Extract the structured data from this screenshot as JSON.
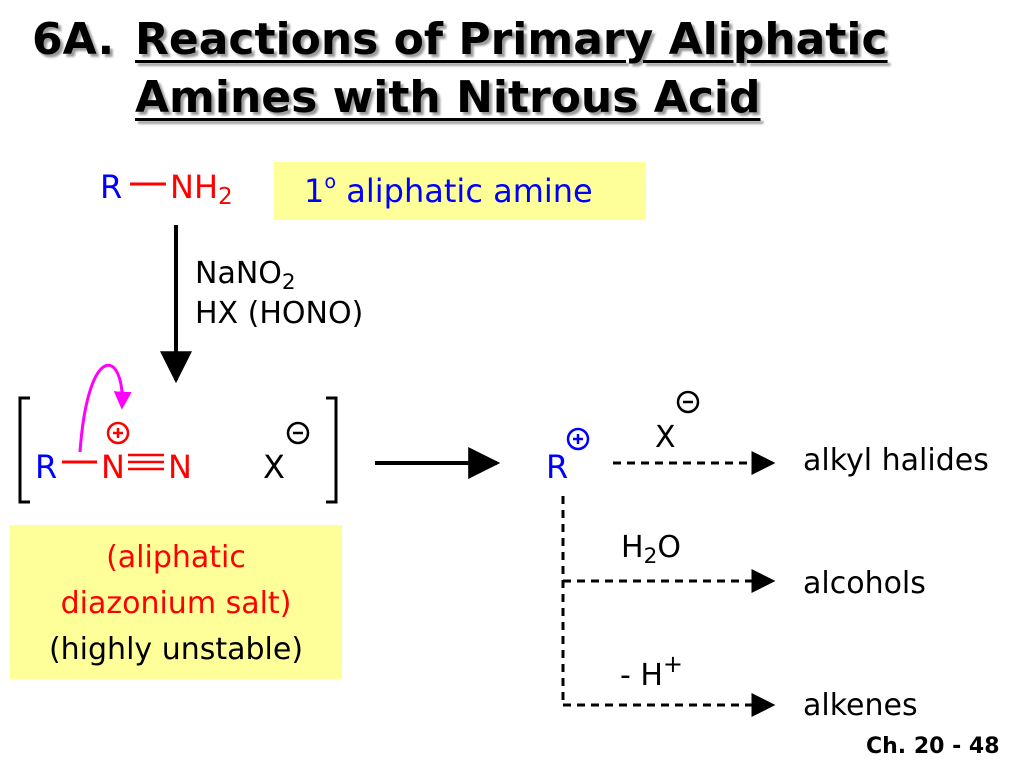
{
  "title": {
    "number": "6A.",
    "line1": "Reactions of Primary  Aliphatic",
    "line2": "Amines with Nitrous Acid"
  },
  "amine": {
    "r": "R",
    "n": "NH",
    "n_sub": "2"
  },
  "amine_label": {
    "degree": "1",
    "degree_sup": "o",
    "text": "aliphatic amine"
  },
  "reagents": {
    "line1": "NaNO",
    "line1_sub": "2",
    "line2": "HX (HONO)"
  },
  "diazonium": {
    "r": "R",
    "n1": "N",
    "n2": "N",
    "anion": "X"
  },
  "salt_label": {
    "line1": "(aliphatic",
    "line2": "diazonium salt)",
    "line3": "(highly unstable)"
  },
  "carbocation": {
    "r": "R"
  },
  "branches": [
    {
      "reagent": "X",
      "product": "alkyl halides"
    },
    {
      "reagent": "H",
      "reagent_sub": "2",
      "reagent_tail": "O",
      "product": "alcohols"
    },
    {
      "reagent": "- H",
      "reagent_sup": "+",
      "product": "alkenes"
    }
  ],
  "footer": "Ch. 20 - 48",
  "colors": {
    "blue": "#0000ff",
    "red": "#ff0000",
    "magenta": "#ff00ff",
    "highlight": "#ffff99"
  }
}
